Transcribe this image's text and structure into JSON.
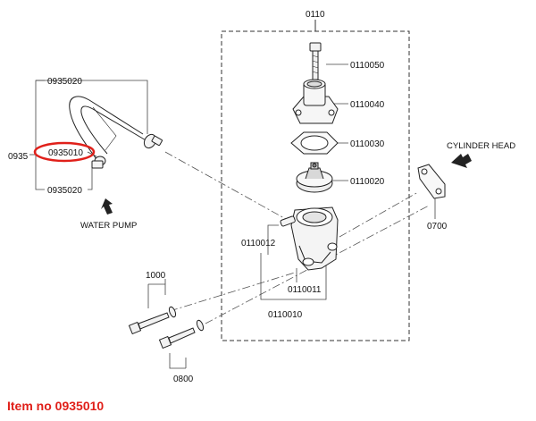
{
  "diagram": {
    "part_numbers": {
      "group_0110": "0110",
      "p0110050": "0110050",
      "p0110040": "0110040",
      "p0110030": "0110030",
      "p0110020": "0110020",
      "p0110012": "0110012",
      "p0110011": "0110011",
      "p0110010": "0110010",
      "p0935020_top": "0935020",
      "p0935010": "0935010",
      "p0935": "0935",
      "p0935020_bottom": "0935020",
      "p0700": "0700",
      "p1000": "1000",
      "p0800": "0800"
    },
    "direction_labels": {
      "water_pump": "WATER PUMP",
      "cylinder_head": "CYLINDER HEAD"
    },
    "highlight": {
      "part": "0935010",
      "color": "#e0201a"
    }
  },
  "caption": {
    "text": "Item no 0935010",
    "color": "#e0201a"
  }
}
